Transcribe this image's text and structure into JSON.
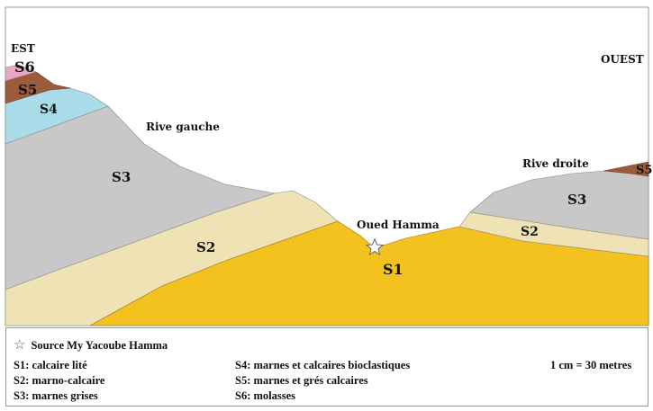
{
  "diagram": {
    "orientation": {
      "east": "EST",
      "west": "OUEST"
    },
    "layers": [
      {
        "id": "S1",
        "label": "S1",
        "color": "#f4c21f"
      },
      {
        "id": "S2",
        "label": "S2",
        "color": "#efe2b4"
      },
      {
        "id": "S3",
        "label": "S3",
        "color": "#c8c8c8"
      },
      {
        "id": "S4",
        "label": "S4",
        "color": "#a9dbe8"
      },
      {
        "id": "S5",
        "label": "S5",
        "color": "#9c5b3b"
      },
      {
        "id": "S6",
        "label": "S6",
        "color": "#e8a7c4"
      }
    ],
    "annotations": {
      "left_bank": "Rive gauche",
      "right_bank": "Rive droite",
      "wadi": "Oued Hamma"
    },
    "right_labels": {
      "S3": "S3",
      "S2": "S2",
      "S5": "S5"
    }
  },
  "legend": {
    "source": "Source My Yacoube Hamma",
    "entries": [
      "S1: calcaire lité",
      "S2: marno-calcaire",
      "S3: marnes grises",
      "S4: marnes et calcaires bioclastiques",
      "S5: marnes et grés calcaires",
      "S6: molasses"
    ],
    "scale": "1 cm = 30 metres"
  }
}
